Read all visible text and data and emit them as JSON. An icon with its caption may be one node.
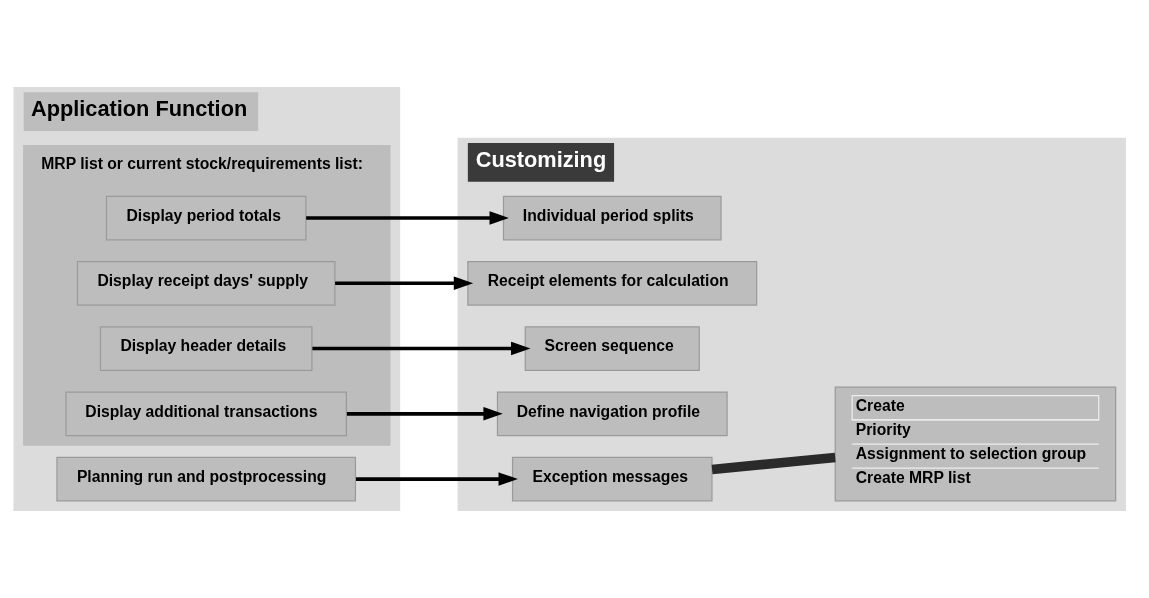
{
  "diagram": {
    "nodes": [
      {
        "text": [
          "Application Function"
        ]
      },
      {
        "text": [
          "Planning run and postprocessing"
        ],
        "in": 0
      },
      {
        "text": [
          "MRP list or current stock/requirements list:"
        ],
        "in": 0
      },
      {
        "text": [
          "Display period totals"
        ],
        "in": 2
      },
      {
        "text": [
          "Display receipt days' supply"
        ],
        "in": 2
      },
      {
        "text": [
          "Display header details"
        ],
        "in": 2
      },
      {
        "text": [
          "Display additional transactions"
        ],
        "in": 2
      },
      {
        "text": [
          "Customizing"
        ]
      },
      {
        "text": [
          "Exception messages"
        ],
        "in": 7
      },
      {
        "text": [
          "Create",
          "Priority",
          "Assignment to selection group",
          "Create MRP list"
        ],
        "in": 7
      },
      {
        "text": [
          "Individual period splits"
        ],
        "in": 7
      },
      {
        "text": [
          "Receipt elements for calculation"
        ],
        "in": 7
      },
      {
        "text": [
          "Screen sequence"
        ],
        "in": 7
      },
      {
        "text": [
          "Define navigation profile"
        ],
        "in": 7
      }
    ],
    "edges": [
      {
        "from": 1,
        "to": 8,
        "arrow": "to"
      },
      {
        "from": 8,
        "to": 9,
        "arrow": "none",
        "style": "thick"
      },
      {
        "from": 3,
        "to": 10,
        "arrow": "to"
      },
      {
        "from": 4,
        "to": 11,
        "arrow": "to"
      },
      {
        "from": 5,
        "to": 12,
        "arrow": "to"
      },
      {
        "from": 6,
        "to": 13,
        "arrow": "to"
      }
    ]
  }
}
